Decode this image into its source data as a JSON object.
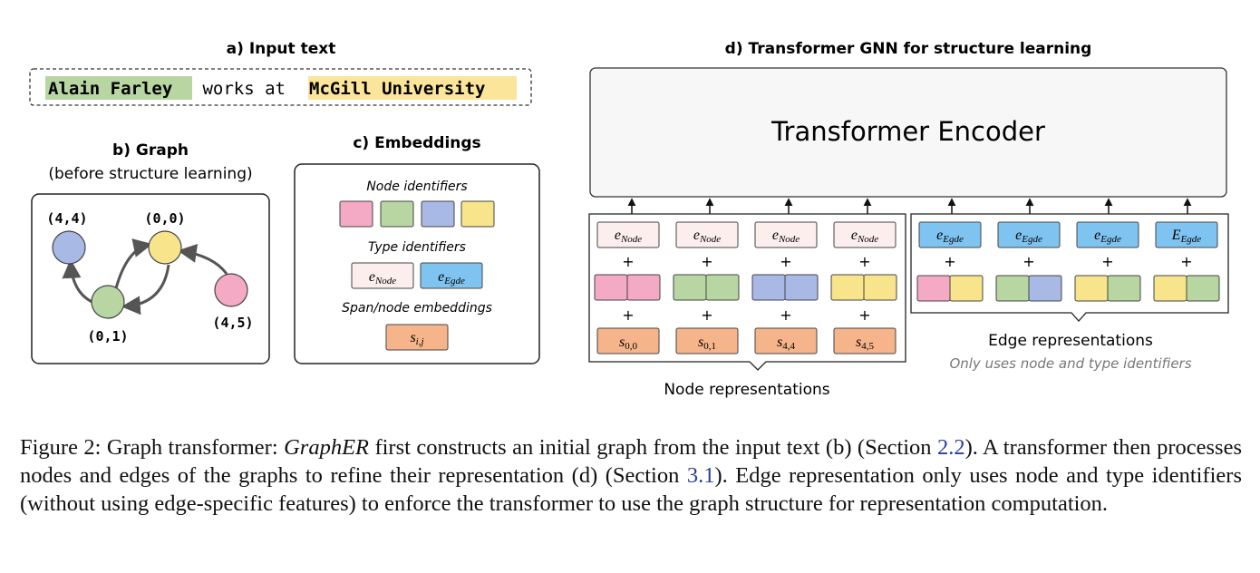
{
  "panels": {
    "input_text": {
      "title": "a) Input text",
      "tokens": [
        "Alain Farley",
        " works at ",
        "McGill University"
      ]
    },
    "graph": {
      "title": "b) Graph",
      "subtitle": "(before structure learning)",
      "nodes": [
        {
          "label": "(4,4)",
          "color": "#a9b9e6"
        },
        {
          "label": "(0,0)",
          "color": "#f8e48a"
        },
        {
          "label": "(0,1)",
          "color": "#b7d6a2"
        },
        {
          "label": "(4,5)",
          "color": "#f4a9c4"
        }
      ]
    },
    "embeddings": {
      "title": "c) Embeddings",
      "node_identifiers_label": "Node identifiers",
      "type_identifiers_label": "Type identifiers",
      "span_label": "Span/node embeddings",
      "type_node": {
        "base": "e",
        "sub": "Node"
      },
      "type_edge": {
        "base": "e",
        "sub": "Egde"
      },
      "span": {
        "base": "s",
        "sub": "i,j"
      }
    },
    "transformer": {
      "title": "d) Transformer GNN for structure learning",
      "encoder_label": "Transformer Encoder",
      "plus": "+",
      "node_reps": [
        {
          "type": {
            "base": "e",
            "sub": "Node"
          },
          "span": {
            "base": "s",
            "sub": "0,0"
          }
        },
        {
          "type": {
            "base": "e",
            "sub": "Node"
          },
          "span": {
            "base": "s",
            "sub": "0,1"
          }
        },
        {
          "type": {
            "base": "e",
            "sub": "Node"
          },
          "span": {
            "base": "s",
            "sub": "4,4"
          }
        },
        {
          "type": {
            "base": "e",
            "sub": "Node"
          },
          "span": {
            "base": "s",
            "sub": "4,5"
          }
        }
      ],
      "edge_reps": [
        {
          "type": {
            "base": "e",
            "sub": "Egde"
          }
        },
        {
          "type": {
            "base": "e",
            "sub": "Egde"
          }
        },
        {
          "type": {
            "base": "e",
            "sub": "Egde"
          }
        },
        {
          "type": {
            "base": "E",
            "sub": "Egde"
          }
        }
      ],
      "node_representations_label": "Node representations",
      "edge_representations_label": "Edge representations",
      "edge_note": "Only uses node and type identifiers"
    }
  },
  "colors": {
    "pink": "#f4a9c4",
    "green": "#b7d6a2",
    "blue": "#a9b9e6",
    "yellow": "#f8e48a",
    "orange": "#f6b48a",
    "type_node": "#fdeeee",
    "type_edge": "#7fc3f0",
    "highlight_green": "#b7d6a2",
    "highlight_yellow": "#fbe59a"
  },
  "caption": {
    "prefix": "Figure 2: Graph transformer: ",
    "model": "GraphER",
    "part1": " first constructs an initial graph from the input text (b) (Section ",
    "ref1": "2.2",
    "part2": "). A transformer then processes nodes and edges of the graphs to refine their representation (d) (Section ",
    "ref2": "3.1",
    "part3": "). Edge representation only uses node and type identifiers (without using edge-specific features) to enforce the transformer to use the graph structure for representation computation."
  }
}
